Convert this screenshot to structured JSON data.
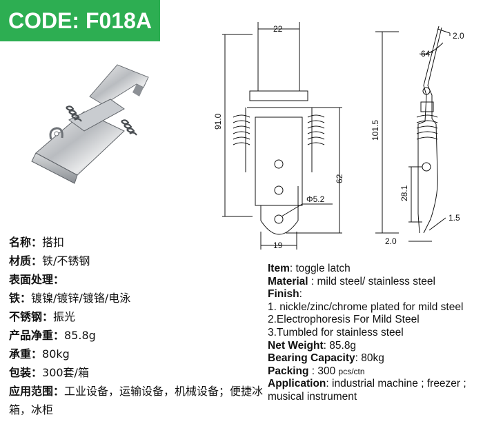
{
  "code_label": "CODE: F018A",
  "drawing": {
    "front_width_top": "22",
    "front_height": "91.0",
    "front_hole_spacing": "62",
    "front_hole_dia": "Φ5.2",
    "front_width_bottom": "19",
    "side_height": "101.5",
    "side_angle": "64°",
    "side_top_thickness": "2.0",
    "side_bottom_thickness": "2.0",
    "side_hook_height": "28.1",
    "side_hook_radius": "1.5"
  },
  "cn": {
    "name_key": "名称：",
    "name_val": "搭扣",
    "material_key": "材质：",
    "material_val": "铁/不锈钢",
    "finish_key": "表面处理：",
    "iron_key": "铁：",
    "iron_val": "镀镍/镀锌/镀铬/电泳",
    "ss_key": "不锈钢：",
    "ss_val": "振光",
    "weight_key": "产品净重：",
    "weight_val": "85.8g",
    "bearing_key": "承重：",
    "bearing_val": "80kg",
    "pack_key": "包装：",
    "pack_val": "300套/箱",
    "app_key": "应用范围：",
    "app_val": "工业设备，运输设备，机械设备；便捷冰箱，冰柜"
  },
  "en": {
    "item_key": "Item",
    "item_val": ": toggle latch",
    "material_key": "Material",
    "material_val": " : mild steel/ stainless steel",
    "finish_key": "Finish",
    "finish_1": "1. nickle/zinc/chrome plated for mild steel",
    "finish_2": "2.Electrophoresis For Mild Steel",
    "finish_3": "3.Tumbled for stainless steel",
    "weight_key": "Net Weight",
    "weight_val": ": 85.8g",
    "bearing_key": "Bearing Capacity",
    "bearing_val": ": 80kg",
    "pack_key": "Packing",
    "pack_val": " : 300 ",
    "pack_unit": "pcs/ctn",
    "app_key": "Application",
    "app_val": ": industrial machine ; freezer ; musical instrument"
  }
}
